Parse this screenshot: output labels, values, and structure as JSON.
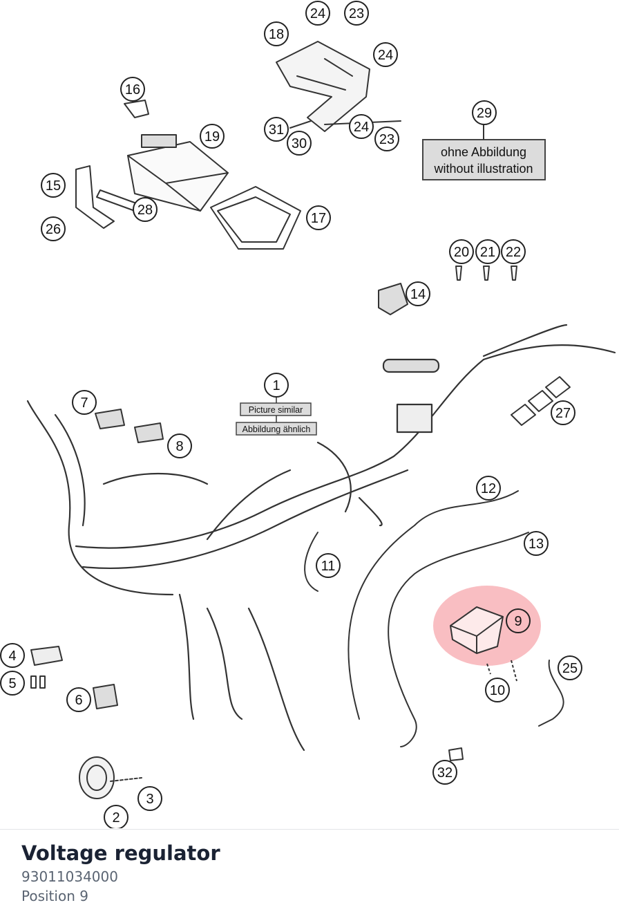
{
  "part": {
    "name": "Voltage regulator",
    "number": "93011034000",
    "position": "Position 9"
  },
  "diagram": {
    "callouts": [
      {
        "n": "1"
      },
      {
        "n": "2"
      },
      {
        "n": "3"
      },
      {
        "n": "4"
      },
      {
        "n": "5"
      },
      {
        "n": "6"
      },
      {
        "n": "7"
      },
      {
        "n": "8"
      },
      {
        "n": "9"
      },
      {
        "n": "10"
      },
      {
        "n": "11"
      },
      {
        "n": "12"
      },
      {
        "n": "13"
      },
      {
        "n": "14"
      },
      {
        "n": "15"
      },
      {
        "n": "16"
      },
      {
        "n": "17"
      },
      {
        "n": "18"
      },
      {
        "n": "19"
      },
      {
        "n": "20"
      },
      {
        "n": "21"
      },
      {
        "n": "22"
      },
      {
        "n": "23"
      },
      {
        "n": "23"
      },
      {
        "n": "24"
      },
      {
        "n": "24"
      },
      {
        "n": "24"
      },
      {
        "n": "25"
      },
      {
        "n": "26"
      },
      {
        "n": "27"
      },
      {
        "n": "28"
      },
      {
        "n": "29"
      },
      {
        "n": "30"
      },
      {
        "n": "31"
      },
      {
        "n": "32"
      }
    ],
    "note_29": {
      "line1": "ohne Abbildung",
      "line2": "without illustration"
    },
    "note_1": {
      "line1": "Picture similar",
      "line2": "Abbildung ähnlich"
    },
    "highlight_color": "#f7a3a8"
  }
}
